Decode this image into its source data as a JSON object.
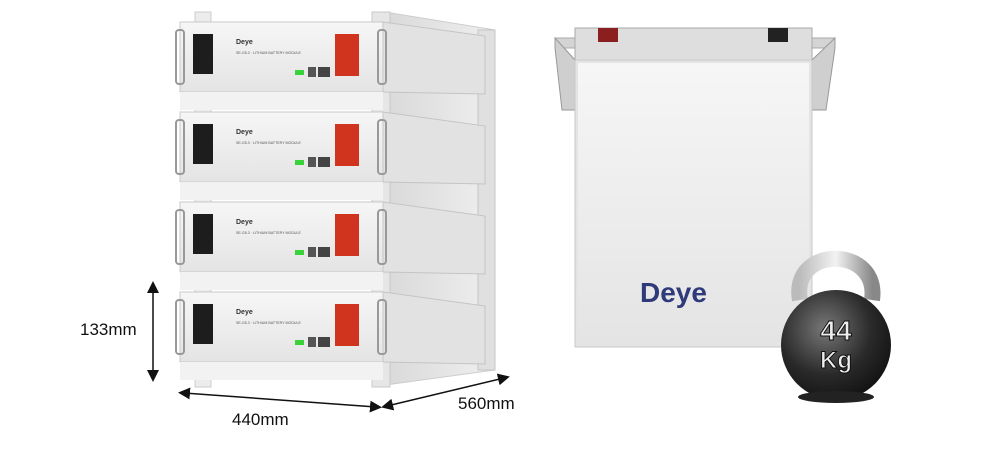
{
  "dimensions": {
    "height": "133mm",
    "width": "440mm",
    "depth": "560mm"
  },
  "module": {
    "brand": "Deye",
    "label": "SE-G5.3 · LITHIUM BATTERY MODULE",
    "count": 4
  },
  "battery_front": {
    "brand": "Deye"
  },
  "weight": {
    "value": "44",
    "unit": "Kg"
  },
  "colors": {
    "terminal_red": "#d0341e",
    "panel": "#e8e8e8",
    "logo_blue": "#2e3a7a",
    "led_green": "#3bd13b"
  }
}
